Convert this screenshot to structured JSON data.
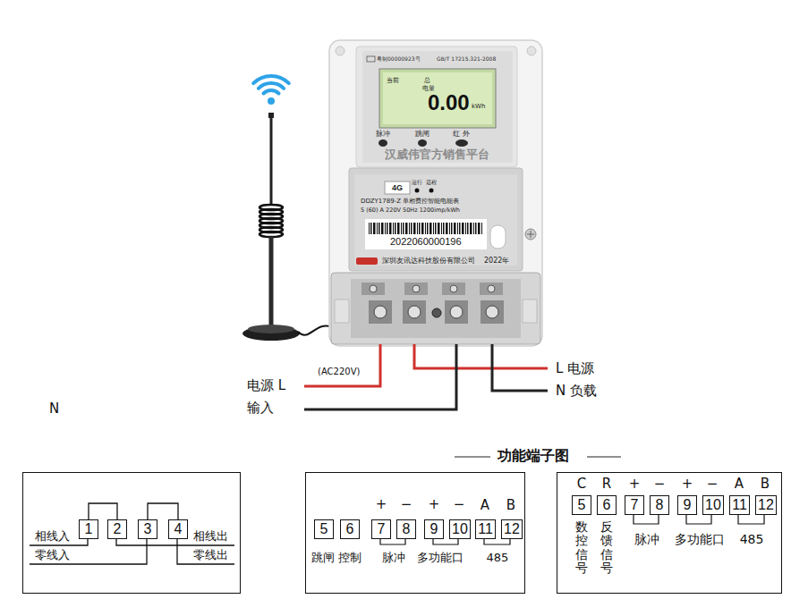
{
  "diagram": {
    "title": "功能端子图",
    "nodes": [
      {
        "text": [
          "相线入",
          "零线入",
          "相线出",
          "零线出"
        ]
      },
      {
        "text": [
          "1"
        ],
        "in": 0
      },
      {
        "text": [
          "2"
        ],
        "in": 0
      },
      {
        "text": [
          "3"
        ],
        "in": 0
      },
      {
        "text": [
          "4"
        ],
        "in": 0
      },
      {
        "text": [
          "+",
          "−",
          "+",
          "−",
          "A",
          "B",
          "跳闸 控制",
          "脉冲",
          "多功能口",
          "485"
        ]
      },
      {
        "text": [
          "5"
        ],
        "in": 5
      },
      {
        "text": [
          "6"
        ],
        "in": 5
      },
      {
        "text": [
          "7"
        ],
        "in": 5
      },
      {
        "text": [
          "8"
        ],
        "in": 5
      },
      {
        "text": [
          "9"
        ],
        "in": 5
      },
      {
        "text": [
          "10"
        ],
        "in": 5
      },
      {
        "text": [
          "11"
        ],
        "in": 5
      },
      {
        "text": [
          "12"
        ],
        "in": 5
      },
      {
        "text": [
          "C",
          "R",
          "+",
          "−",
          "+",
          "−",
          "A",
          "B",
          "数控信号",
          "反馈信号",
          "脉冲",
          "多功能口",
          "485"
        ]
      },
      {
        "text": [
          "5"
        ],
        "in": 14
      },
      {
        "text": [
          "6"
        ],
        "in": 14
      },
      {
        "text": [
          "7"
        ],
        "in": 14
      },
      {
        "text": [
          "8"
        ],
        "in": 14
      },
      {
        "text": [
          "9"
        ],
        "in": 14
      },
      {
        "text": [
          "10"
        ],
        "in": 14
      },
      {
        "text": [
          "11"
        ],
        "in": 14
      },
      {
        "text": [
          "12"
        ],
        "in": 14
      }
    ],
    "edges": [
      {
        "from": 1,
        "to": 2,
        "arrow": "none"
      },
      {
        "from": 3,
        "to": 4,
        "arrow": "none"
      }
    ],
    "labels": [
      "粤制00000923号",
      "GB/T 17215.321-2008",
      "当前",
      "总",
      "电量",
      "0.00",
      "kWh",
      "脉冲",
      "跳闸",
      "红 外",
      "汉威伟官方销售平台",
      "4G",
      "运行",
      "远程",
      "DDZY1789-Z 单相费控智能电能表",
      "5 (60) A 220V 50Hz 1200imp/kWh",
      "2022060000196",
      "深圳友讯达科技股份有限公司",
      "2022年",
      "(AC220V)",
      "电源 L",
      "输入",
      "L 电源",
      "N 负载",
      "N"
    ]
  }
}
